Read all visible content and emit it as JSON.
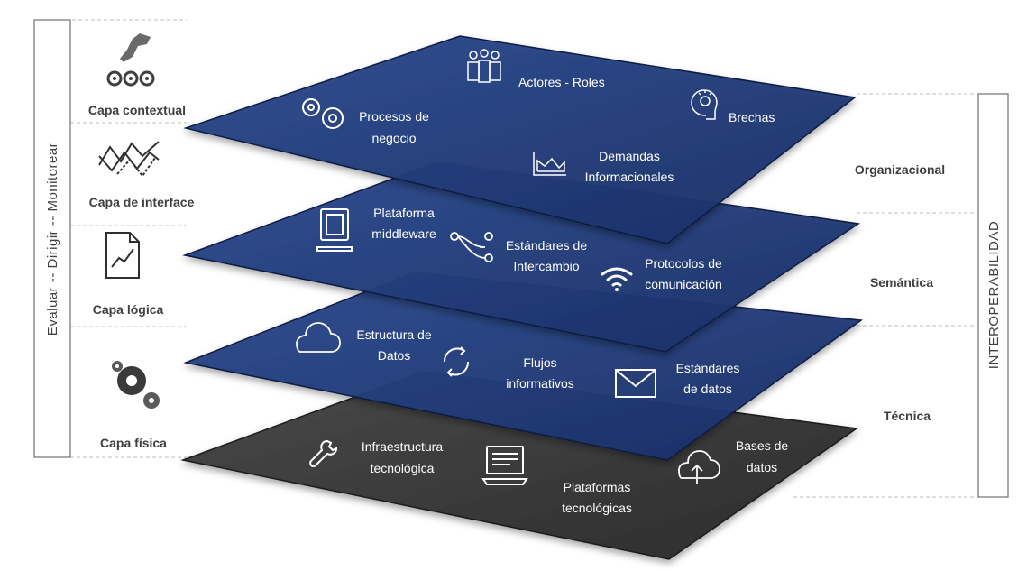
{
  "left_bar": {
    "text": "Evaluar   --   Dirigir   --   Monitorear"
  },
  "right_bar": {
    "text": "INTEROPERABILIDAD"
  },
  "levels": {
    "organizacional": "Organizacional",
    "semantica": "Semántica",
    "tecnica": "Técnica"
  },
  "capas": {
    "contextual": "Capa contextual",
    "interface": "Capa de interface",
    "logica": "Capa lógica",
    "fisica": "Capa física"
  },
  "layer1": {
    "actores": "Actores - Roles",
    "procesos_1": "Procesos de",
    "procesos_2": "negocio",
    "brechas": "Brechas",
    "demandas_1": "Demandas",
    "demandas_2": "Informacionales"
  },
  "layer2": {
    "plataforma_1": "Plataforma",
    "plataforma_2": "middleware",
    "estandares_1": "Estándares de",
    "estandares_2": "Intercambio",
    "protocolos_1": "Protocolos de",
    "protocolos_2": "comunicación"
  },
  "layer3": {
    "estructura_1": "Estructura de",
    "estructura_2": "Datos",
    "flujos_1": "Flujos",
    "flujos_2": "informativos",
    "estandares_1": "Estándares",
    "estandares_2": "de datos"
  },
  "layer4": {
    "infra_1": "Infraestructura",
    "infra_2": "tecnológica",
    "plataformas_1": "Plataformas",
    "plataformas_2": "tecnológicas",
    "bases_1": "Bases de",
    "bases_2": "datos"
  },
  "colors": {
    "blue_layer": "#1f3a78",
    "blue_layer_dark": "#14295a",
    "gray_layer": "#3a3a3a",
    "text_dark": "#404040"
  }
}
